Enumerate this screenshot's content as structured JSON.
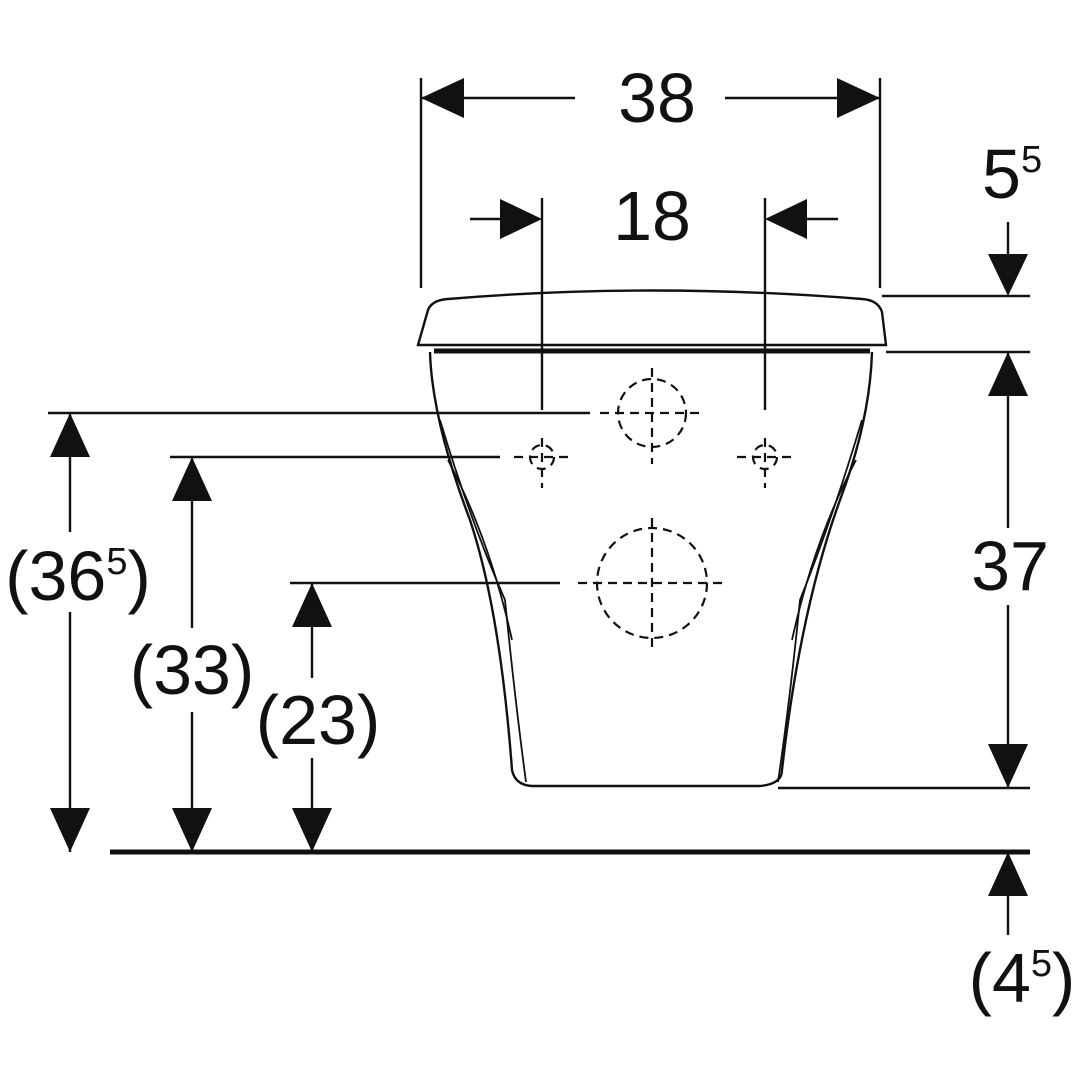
{
  "dimensions": {
    "overall_width": {
      "main": "38",
      "sup": ""
    },
    "hole_spacing": {
      "main": "18",
      "sup": ""
    },
    "lid_height": {
      "main": "5",
      "sup": "5"
    },
    "body_height": {
      "main": "37",
      "sup": ""
    },
    "floor_gap": {
      "open": "(",
      "main": "4",
      "sup": "5",
      "close": ")"
    },
    "top_hole_height": {
      "open": "(",
      "main": "36",
      "sup": "5",
      "close": ")"
    },
    "fixing_height": {
      "open": "(",
      "main": "33",
      "sup": "",
      "close": ")"
    },
    "outlet_height": {
      "open": "(",
      "main": "23",
      "sup": "",
      "close": ")"
    }
  },
  "colors": {
    "line": "#111111",
    "background": "#ffffff"
  }
}
